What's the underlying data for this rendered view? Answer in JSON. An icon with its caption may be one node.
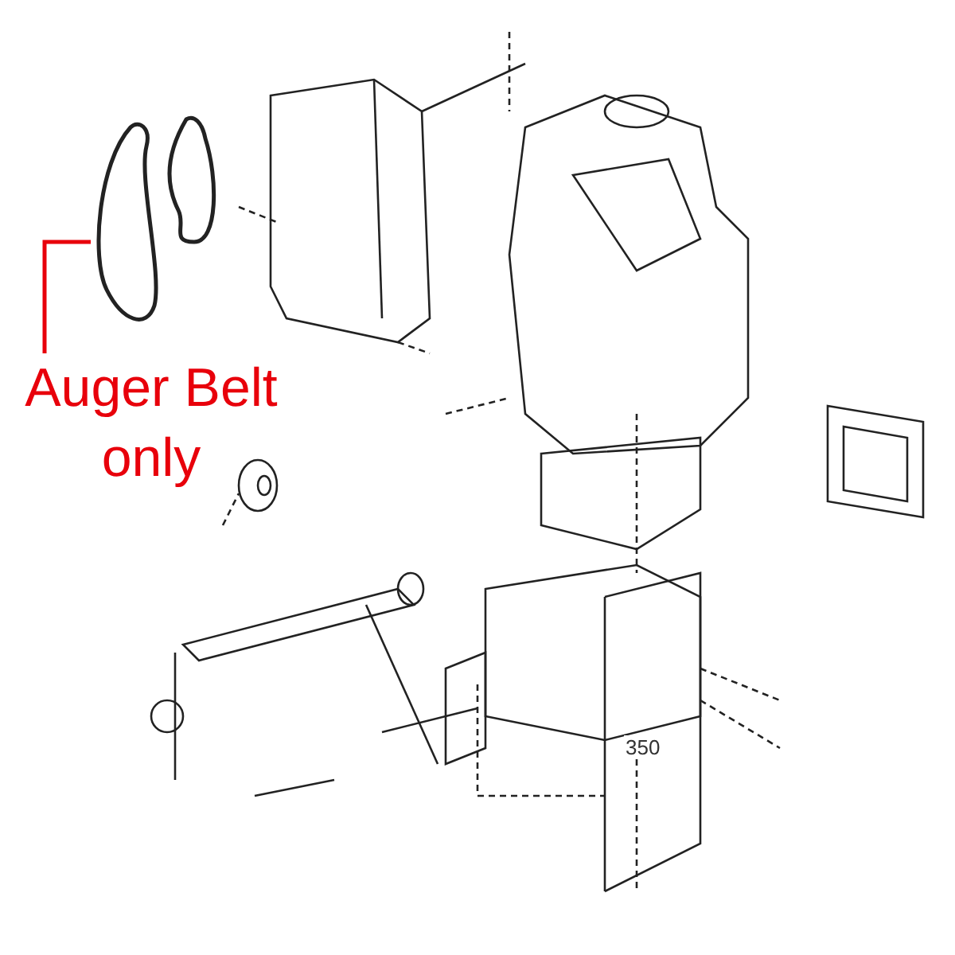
{
  "diagram": {
    "nodes": [
      {
        "text": [
          "Auger Belt only"
        ]
      },
      {
        "text": [],
        "shape": "picture"
      }
    ],
    "edges": [
      {
        "from": 0,
        "to": 1,
        "arrow": "none"
      }
    ],
    "labels": [
      "350"
    ]
  }
}
